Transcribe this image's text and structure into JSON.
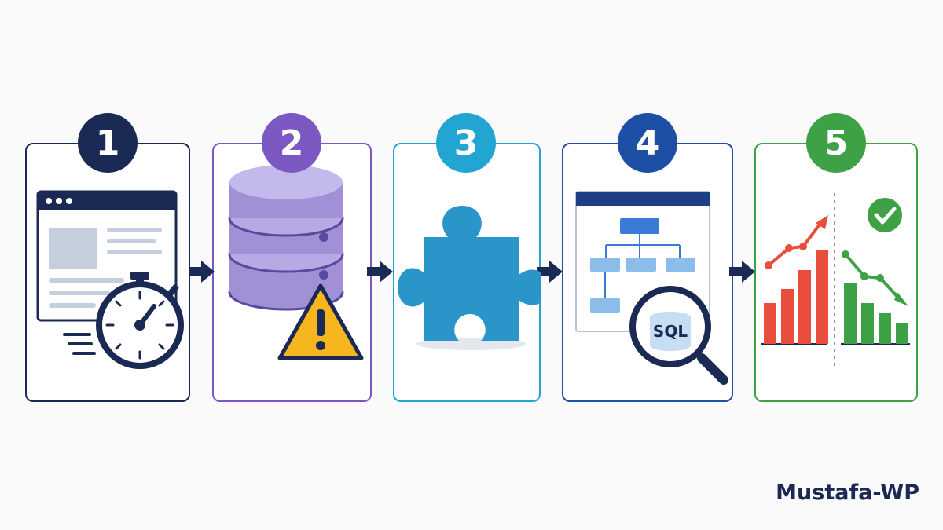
{
  "steps": [
    {
      "number": "1",
      "color": "#1b2a55",
      "icon": "browser-stopwatch-icon"
    },
    {
      "number": "2",
      "color": "#7b58c2",
      "icon": "database-warning-icon"
    },
    {
      "number": "3",
      "color": "#22a5d2",
      "icon": "puzzle-piece-icon"
    },
    {
      "number": "4",
      "color": "#1d4fa5",
      "icon": "diagram-sql-search-icon"
    },
    {
      "number": "5",
      "color": "#3ea146",
      "icon": "before-after-chart-icon"
    }
  ],
  "sql_label": "SQL",
  "brand": "Mustafa-WP"
}
